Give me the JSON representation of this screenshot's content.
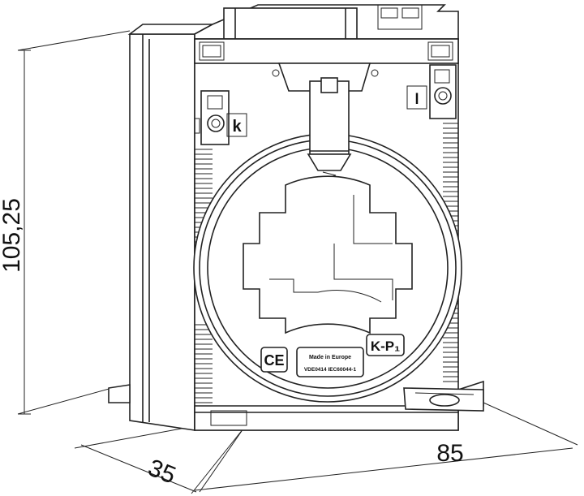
{
  "dimensions": {
    "height": "105,25",
    "depth": "35",
    "width": "85"
  },
  "markings": {
    "terminal_left": "k",
    "terminal_right": "l",
    "ce_mark": "CE",
    "label_line1": "Made in Europe",
    "label_line2": "VDE0414 IEC60044-1",
    "kp_mark": "K-P₁"
  }
}
